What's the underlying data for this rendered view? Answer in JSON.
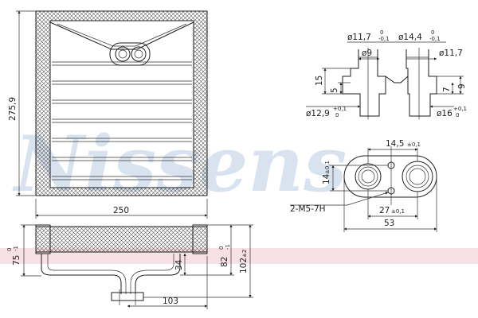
{
  "watermark": {
    "text": "Nissens",
    "color": "#b9cde2",
    "band_color": "#f3c9d2"
  },
  "front_view": {
    "height_label": "275,9",
    "width_label": "250"
  },
  "bottom_view": {
    "depth_label": "75",
    "depth_tol_top": "0",
    "depth_tol_bottom": "-1",
    "pipe_offset_label": "34",
    "core_depth_label": "82",
    "core_depth_tol_top": "0",
    "core_depth_tol_bottom": "-1",
    "total_depth_label": "102",
    "total_depth_tol": "±2",
    "pipe_reach_label": "103"
  },
  "fitting_view": {
    "small_bore_label": "ø11,7",
    "small_bore_tol_top": "0",
    "small_bore_tol_bottom": "-0,1",
    "large_bore_label": "ø14,4",
    "large_bore_tol_top": "0",
    "large_bore_tol_bottom": "-0,1",
    "inner_small_label": "ø9",
    "inner_large_label": "ø11,7",
    "height_15": "15",
    "height_5": "5",
    "height_7": "7",
    "height_9": "9",
    "outer_small_label": "ø12,9",
    "outer_small_tol_top": "+0,1",
    "outer_small_tol_bottom": "0",
    "outer_large_label": "ø16",
    "outer_large_tol_top": "+0,1",
    "outer_large_tol_bottom": "0"
  },
  "flange_view": {
    "hole_spacing_label": "14,5",
    "hole_spacing_tol": "±0,1",
    "vertical_label": "14",
    "vertical_tol": "±0,1",
    "thread_label": "2-M5-7H",
    "center_distance_label": "27",
    "center_distance_tol": "±0,1",
    "width_label": "53"
  }
}
